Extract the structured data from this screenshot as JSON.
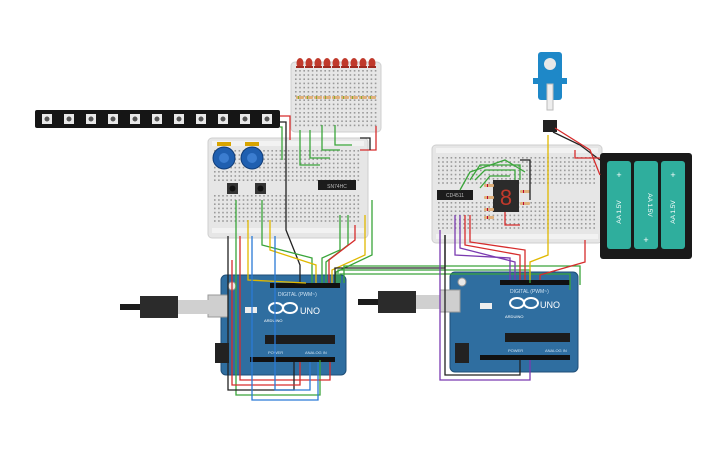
{
  "scene": {
    "type": "circuit-schematic",
    "colors": {
      "background": "#ffffff",
      "breadboard": "#e9e9e9",
      "board_blue": "#2f6ea0",
      "board_dark": "#1f4f78",
      "chip": "#1c1c1c",
      "wire_red": "#d62c2c",
      "wire_green": "#3aa53a",
      "wire_yellow": "#e0b800",
      "wire_purple": "#7a3ab0",
      "wire_black": "#222222",
      "wire_blue": "#2a7ad6",
      "battery_teal": "#2fae9d",
      "led_red": "#c0392b",
      "servo_blue": "#1e88c8",
      "pot_blue": "#1f5fb0",
      "strip_black": "#151515"
    }
  },
  "icons": {
    "arduino_logo": "arduino-infinity-icon",
    "usb_plug": "usb-plug-icon"
  },
  "labels": {
    "chip_left": "SN74HC",
    "chip_right": "CD4511",
    "display_digit": "8",
    "uno_text_left": "UNO",
    "uno_text_right": "UNO",
    "brand_left": "ARDUINO",
    "brand_right": "ARDUINO",
    "battery_1": "AA 1.5V",
    "battery_2": "AA 1.5V",
    "battery_3": "AA 1.5V",
    "plus_sign": "+",
    "digital_header_left": "DIGITAL (PWM~)",
    "digital_header_right": "DIGITAL (PWM~)",
    "power_label_left": "POWER",
    "power_label_right": "POWER",
    "analog_label_left": "ANALOG IN",
    "analog_label_right": "ANALOG IN"
  }
}
